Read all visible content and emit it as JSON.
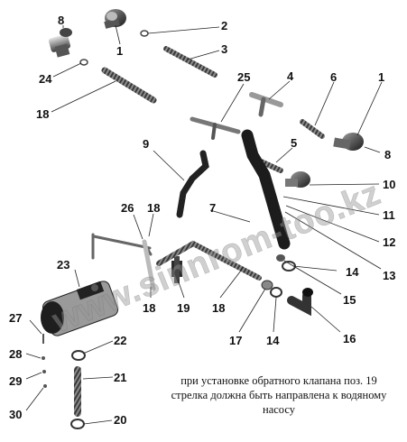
{
  "diagram": {
    "labels": [
      "1",
      "2",
      "3",
      "8",
      "24",
      "18",
      "25",
      "4",
      "6",
      "1",
      "9",
      "5",
      "8",
      "10",
      "26",
      "18",
      "7",
      "11",
      "12",
      "23",
      "14",
      "13",
      "15",
      "18",
      "19",
      "18",
      "16",
      "17",
      "14",
      "27",
      "22",
      "28",
      "21",
      "29",
      "30",
      "20"
    ],
    "note_lines": [
      "при установке обратного клапана поз. 19",
      "стрелка должна быть направлена к водяному",
      "насосу"
    ],
    "watermark": "www.sinnrom-too.kz",
    "colors": {
      "metal_dark": "#2a2a2a",
      "metal_mid": "#7a7a7a",
      "metal_light": "#c8c8c8",
      "hose": "#1e1e1e",
      "heater_body": "#9a9a9a",
      "background": "#ffffff"
    }
  }
}
